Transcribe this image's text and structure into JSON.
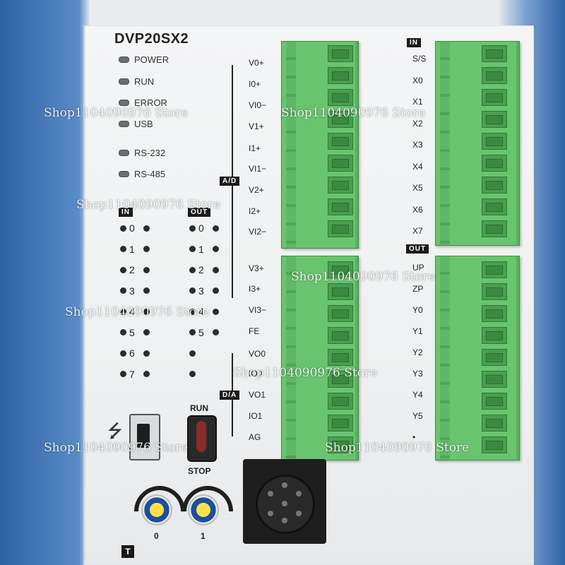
{
  "model": "DVP20SX2",
  "status_leds": [
    "POWER",
    "RUN",
    "ERROR",
    "USB",
    "RS-232",
    "RS-485"
  ],
  "io_panel": {
    "in_tag": "IN",
    "out_tag": "OUT",
    "in_numbers": [
      "0",
      "1",
      "2",
      "3",
      "4",
      "5",
      "6",
      "7"
    ],
    "out_numbers": [
      "0",
      "1",
      "2",
      "3",
      "4",
      "5",
      "",
      ""
    ]
  },
  "analog": {
    "ad_tag": "A/D",
    "da_tag": "D/A",
    "left_terminals": [
      "V0+",
      "I0+",
      "VI0−",
      "V1+",
      "I1+",
      "VI1−",
      "V2+",
      "I2+",
      "VI2−",
      "V3+",
      "I3+",
      "VI3−",
      "FE",
      "VO0",
      "IO0",
      "VO1",
      "IO1",
      "AG"
    ]
  },
  "digital": {
    "in_tag": "IN",
    "out_tag": "OUT",
    "in_terminals": [
      "S/S",
      "X0",
      "X1",
      "X2",
      "X3",
      "X4",
      "X5",
      "X6",
      "X7"
    ],
    "out_terminals": [
      "UP",
      "ZP",
      "Y0",
      "Y1",
      "Y2",
      "Y3",
      "Y4",
      "Y5",
      "•"
    ]
  },
  "switch": {
    "run_label": "RUN",
    "stop_label": "STOP"
  },
  "knobs": [
    "0",
    "1"
  ],
  "bottom_badge": "T",
  "watermark": "Shop1104090976 Store",
  "colors": {
    "terminal_green": "#69c46f",
    "background_blue": "#3a6fb0",
    "knob_yellow": "#ffe04a"
  }
}
